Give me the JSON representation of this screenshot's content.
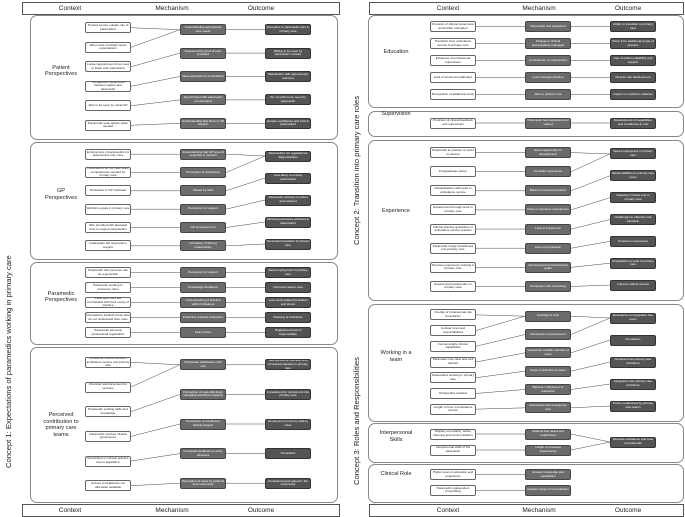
{
  "headers": {
    "context": "Context",
    "mechanism": "Mechanism",
    "outcome": "Outcome"
  },
  "concepts": [
    "Concept 1: Expectations of paramedics working in primary care",
    "Concept 2: Transition into primary care roles",
    "Concept 3: Roles and Responsibilities"
  ],
  "left_panels": [
    {
      "label": "Patient\nPerspectives",
      "ctx": [
        "Trusted source outside role of paramedics",
        "When care provided meets expectations",
        "Longer appointment time used to listen and understand",
        "Therapeutic relationship between patient and paramedic",
        "Able to be seen by usual GP",
        "Paramedic seek advice when needed"
      ],
      "mech": [
        "Understanding appropriate care needs",
        "Reassured by level of care provided",
        "Value approach to consultation",
        "Appointment with paramedic not accepted",
        "Understanding that there is GP support"
      ],
      "out": [
        "Receptive to paramedic care in primary care",
        "Willing to be seen by paramedic in future",
        "Satisfaction with appointment outcome",
        "Do not wish to be seen by paramedic",
        "Greater confidence and trust in paramedics"
      ]
    },
    {
      "label": "GP\nPerspectives",
      "ctx": [
        "Employment of paramedics for assessment only roles",
        "Paramedics do not have skills competencies needed for primary care",
        "Reduction in GP workload",
        "Workforce gaps in primary care",
        "GPs provided with allocated time to support paramedics",
        "Inadequate GP supervision support"
      ],
      "mech": [
        "Understanding that GP level of expertise is needed",
        "Perception of usefulness",
        "Valued by GPs",
        "Perception of support",
        "GP empowerment",
        "Formation of Strong relationships"
      ],
      "out": [
        "Paramedics not regarded as diagnosticians",
        "Less likely to employ paramedics",
        "Paramedic actively recruited and retained",
        "Clinical governance afforded to paramedics",
        "Successful transition to primary care"
      ]
    },
    {
      "label": "Paramedic\nPerspectives",
      "ctx": [
        "Paramedic who perceive role as a generalist",
        "Paramedic working in crossover roles",
        "Paramedic who are comfortable with their scope of practice",
        "Perceptions towards those who do not understand their roles",
        "Paramedic personal professional registration"
      ],
      "mech": [
        "Perception of support",
        "Knowledge limitations",
        "Understanding of practice within limitations",
        "Protective towards profession",
        "Fear of loss"
      ],
      "out": [
        "Seek employment in primary care",
        "Improved patient care",
        "Less work related frustration and stress",
        "Drawing of ambitions",
        "Heightened level of responsibility"
      ]
    },
    {
      "label": "Perceived\ncontribution to\nprimary care\nteams",
      "ctx": [
        "Rotational models between ambulance service and primary care",
        "Financial reimbursement for services",
        "Paramedic existing skills and knowledge",
        "Paramedic involves clinical governance",
        "Restrictions in clinical practice due to legislation",
        "Access to healthcare not otherwise available"
      ],
      "mech": [
        "Paramedic satisfaction with role",
        "Perception of cost-effectively managing workforce capacity",
        "Perception of insufficient clinical support",
        "Increased workload on other clinicians",
        "Perception of value by patients and community"
      ],
      "out": [
        "Skill workforce retention and increased capacity in primary care",
        "Considered for recruitment into primary care",
        "Employment in home visiting roles",
        "Frustration",
        "Considered and valued in the community"
      ]
    }
  ],
  "right_panels": [
    {
      "label": "Education",
      "ctx": [
        "Provision of clinical supervision and further education",
        "Transition from ambulance service to primary care",
        "Existence of professional supervision",
        "Lack of structured pathways",
        "Recognition of additional study"
      ],
      "mech": [
        "Paramedic feel supported",
        "Change in clinical presentations managed",
        "Consistency of employment",
        "Learn through practice",
        "Able to perform role"
      ],
      "out": [
        "Ability to transition to primary care",
        "Move from traditional scope of practice",
        "Use of written capability and support",
        "Diverse role development",
        "Impact on workforce balance"
      ]
    },
    {
      "label": "Supervision",
      "ctx": [
        "Provision of clinical feedback and supervision"
      ],
      "mech": [
        "Paramedic feel supported and valued"
      ],
      "out": [
        "Development of capabilities and confidence in role"
      ]
    },
    {
      "label": "Experience",
      "ctx": [
        "Paramedic at practice on point to assess",
        "Postgraduate career",
        "Dissatisfaction with work in ambulance service",
        "Experienced through work in primary care",
        "Clinical practice guidelines or ambulance service practice",
        "Paramedic newly transitioned into primary care",
        "Previous experience working in primary care",
        "Experienced paramedics in primary care"
      ],
      "mech": [
        "Grow opportunity for development",
        "Consider experience",
        "Belief of improved practice",
        "Draw on previous experiences",
        "Lack of experience",
        "Lack of preparation",
        "Development of professional goals",
        "Competent role of working"
      ],
      "out": [
        "Seek employment in primary care",
        "Valued addition to primary care team",
        "Capacity in future role in primary care",
        "Challenges in effective role transition",
        "Surprise in responses",
        "Preparation to work in primary care",
        "Improve patient access"
      ]
    },
    {
      "label": "Working in a\nteam",
      "ctx": [
        "Overlap of professional role boundaries",
        "Unclear roles and responsibilities",
        "Demonstrable clinical capabilities",
        "Paramedic role clear and well defined",
        "Paramedics working in primary care",
        "Paramedics isolated",
        "Length of time in ambulance service"
      ],
      "mech": [
        "Feelings of trust",
        "Paramedic empowerment",
        "Viewed as credible member of team",
        "Clear contribution to team",
        "Barriers / influences to teamwork",
        "Associated with emergency care"
      ],
      "out": [
        "Resistance to integration into team",
        "Frustration",
        "Accepted into primary care workforce",
        "Integration into primary care workforce",
        "Poorly understood by primary care teams"
      ]
    },
    {
      "label": "Interpersonal\nSkills",
      "ctx": [
        "Display of empathy, active listening and communication",
        "Interpersonal skills of the paramedic"
      ],
      "mech": [
        "Patients feel heard and understood",
        "Insight on previous experiences"
      ],
      "out": [
        "Develop confidence and trust in paramedic"
      ]
    },
    {
      "label": "Clinical Role",
      "ctx": [
        "Higher level of education and experience",
        "Paramedic independent prescribing"
      ],
      "mech": [
        "Greater knowledge and capabilities",
        "Greater range of consultations"
      ],
      "out": []
    }
  ]
}
